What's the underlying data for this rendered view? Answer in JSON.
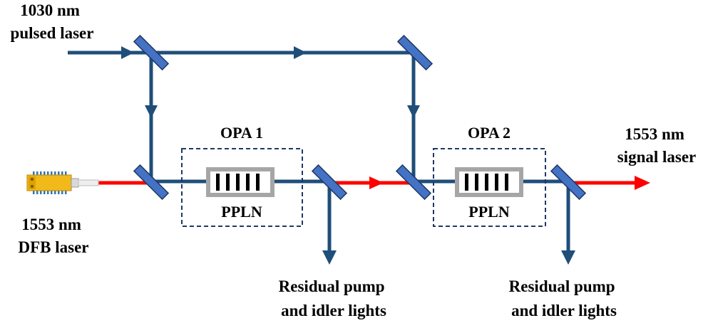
{
  "labels": {
    "pulsed_laser": [
      "1030 nm",
      "pulsed laser"
    ],
    "dfb_laser": [
      "1553 nm",
      "DFB laser"
    ],
    "signal_laser": [
      "1553 nm",
      "signal laser"
    ],
    "opa1": "OPA 1",
    "opa2": "OPA 2",
    "ppln1": "PPLN",
    "ppln2": "PPLN",
    "residual1": [
      "Residual pump",
      "and idler lights"
    ],
    "residual2": [
      "Residual pump",
      "and idler lights"
    ]
  },
  "colors": {
    "pump_beam": "#1f4e79",
    "signal_beam": "#ff0000",
    "mirror": "#4472c4",
    "mirror_edge": "#1f3864",
    "crystal_frame": "#a6a6a6",
    "crystal_stripe": "#000000",
    "box_border": "#1f3864",
    "laser_body": "#f2b91b",
    "laser_pins": "#2e75b6"
  },
  "icons": {
    "mirror": "dichroic-mirror-icon",
    "crystal": "ppln-crystal-icon",
    "laser": "dfb-laser-module-icon"
  }
}
